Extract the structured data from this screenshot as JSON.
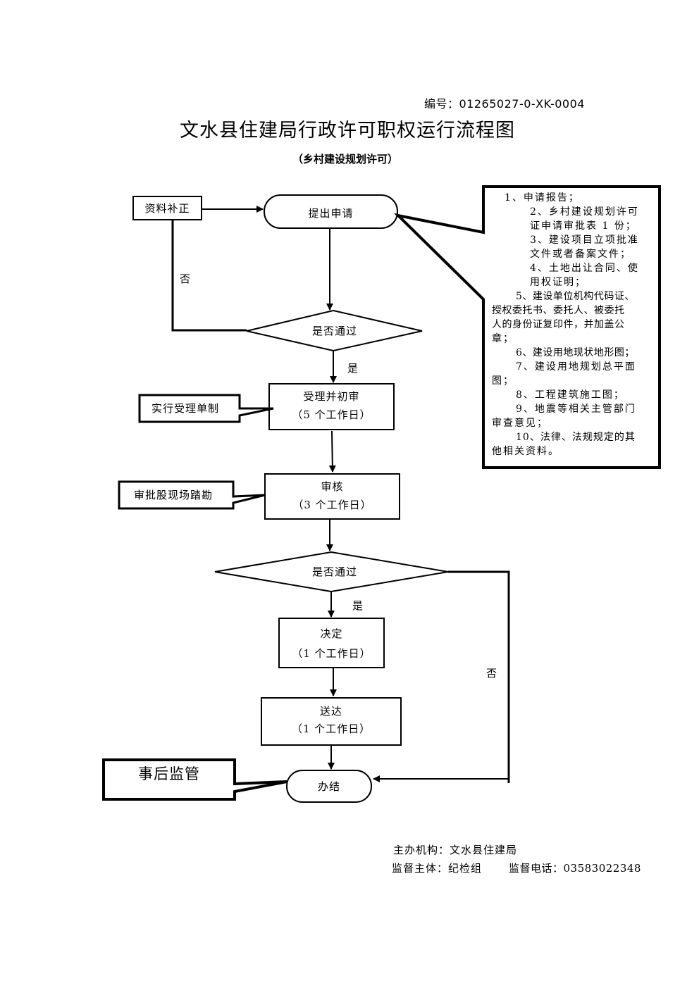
{
  "document": {
    "number_label": "编号：01265027-0-XK-0004",
    "title": "文水县住建局行政许可职权运行流程图",
    "subtitle": "（乡村建设规划许可）"
  },
  "flow": {
    "start": "提出申请",
    "correction": "资料补正",
    "decision1": "是否通过",
    "decision1_no": "否",
    "decision1_yes": "是",
    "step1": {
      "title": "受理并初审",
      "duration": "（5 个工作日）"
    },
    "step1_note": "实行受理单制",
    "step2": {
      "title": "审核",
      "duration": "（3 个工作日）"
    },
    "step2_note": "审批股现场踏勘",
    "decision2": "是否通过",
    "decision2_yes": "是",
    "decision2_no": "否",
    "step3": {
      "title": "决定",
      "duration": "（1 个工作日）"
    },
    "step4": {
      "title": "送达",
      "duration": "（1 个工作日）"
    },
    "end": "办结",
    "end_note": "事后监管"
  },
  "requirements": [
    "1、申请报告；",
    "2、乡村建设规划许可",
    "证申请审批表 1 份；",
    "3、建设项目立项批准",
    "文件或者备案文件；",
    "4、土地出让合同、使",
    "用权证明；",
    "5、建设单位机构代码证、",
    "授权委托书、委托人、被委托",
    "人的身份证复印件，并加盖公",
    "章；",
    "6、建设用地现状地形图；",
    "7、建设用地规划总平面",
    "图；",
    "8、工程建筑施工图；",
    "9、地震等相关主管部门",
    "审查意见；",
    "10、法律、法规规定的其",
    "他相关资料。"
  ],
  "footer": {
    "organizer": "主办机构：文水县住建局",
    "supervisor": "监督主体：纪检组",
    "phone": "监督电话：03583022348"
  }
}
